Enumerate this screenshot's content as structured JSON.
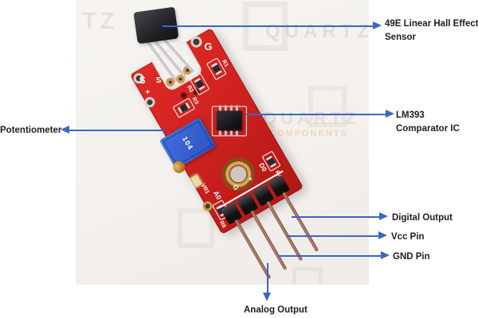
{
  "labels": {
    "hall": "49E Linear Hall Effect\nSensor",
    "lm393": "LM393 Comparator IC",
    "potentiometer": "Potentiometer",
    "digital": "Digital Output",
    "vcc": "Vcc Pin",
    "gnd": "GND Pin",
    "analog": "Analog Output"
  },
  "board": {
    "silkscreen": {
      "s_top": "S",
      "plus_top": "+",
      "s_pad": "S",
      "g_pad": "G",
      "g_corner": "G",
      "r1": "R1",
      "r2": "R2",
      "r3": "R3",
      "r4": "R4",
      "r6": "R6",
      "vr1": "VR1",
      "pin_a0": "A0",
      "pin_g": "G",
      "pin_plus": "+",
      "pin_d0": "D0"
    },
    "pot_marking": "104"
  },
  "watermark": {
    "partial": "TZ",
    "brand1": "QUARTZ",
    "brand2": "QUARTZ",
    "sub": "COMPONENTS"
  },
  "colors": {
    "arrow_blue": "#3b66c4",
    "label_text": "#1d1d1d",
    "board_red": "#d02220",
    "pot_blue": "#2f5ecf",
    "photo_background": "#f3f0ed"
  }
}
